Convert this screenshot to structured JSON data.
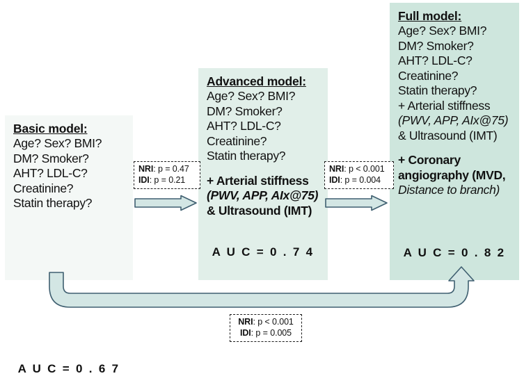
{
  "diagram": {
    "title": "Incremental risk prediction model comparison",
    "colors": {
      "box_basic_bg": "#f4f8f6",
      "box_advanced_bg": "#e1efe9",
      "box_full_bg": "#cee6dd",
      "arrow_fill": "#d3e6e4",
      "arrow_stroke": "#3f5f70",
      "text": "#111111"
    },
    "boxes": [
      {
        "id": "basic",
        "title": "Basic model:",
        "lines": [
          "Age? Sex? BMI?",
          "DM? Smoker?",
          "AHT? LDL-C?",
          "Creatinine?",
          "Statin therapy?"
        ],
        "auc": "A U C  =  0 . 6 7"
      },
      {
        "id": "advanced",
        "title": "Advanced model:",
        "lines": [
          "Age? Sex? BMI?",
          "DM? Smoker?",
          "AHT? LDL-C?",
          "Creatinine?",
          "Statin therapy?"
        ],
        "added": [
          "+ Arterial stiffness",
          "(PWV, APP, AIx@75)",
          "& Ultrasound (IMT)"
        ],
        "auc": "A U C  =  0 . 7 4"
      },
      {
        "id": "full",
        "title": "Full model:",
        "lines": [
          "Age? Sex? BMI?",
          "DM? Smoker?",
          "AHT? LDL-C?",
          "Creatinine?",
          "Statin therapy?",
          "+ Arterial stiffness",
          "(PWV, APP, AIx@75)",
          "& Ultrasound (IMT)"
        ],
        "added": [
          "+ Coronary",
          "angiography (MVD,",
          "Distance to branch)"
        ],
        "auc": "A U C  =  0 . 8 2"
      }
    ],
    "pvalue_boxes": [
      {
        "id": "basic-to-advanced",
        "nri_label": "NRI",
        "nri_value": ": p  = 0.47",
        "idi_label": "IDI",
        "idi_value": ": p = 0.21"
      },
      {
        "id": "advanced-to-full",
        "nri_label": "NRI",
        "nri_value": ": p < 0.001",
        "idi_label": "IDI",
        "idi_value": ": p  = 0.004"
      },
      {
        "id": "basic-to-full",
        "nri_label": "NRI",
        "nri_value": ": p < 0.001",
        "idi_label": "IDI",
        "idi_value": ": p = 0.005"
      }
    ]
  }
}
